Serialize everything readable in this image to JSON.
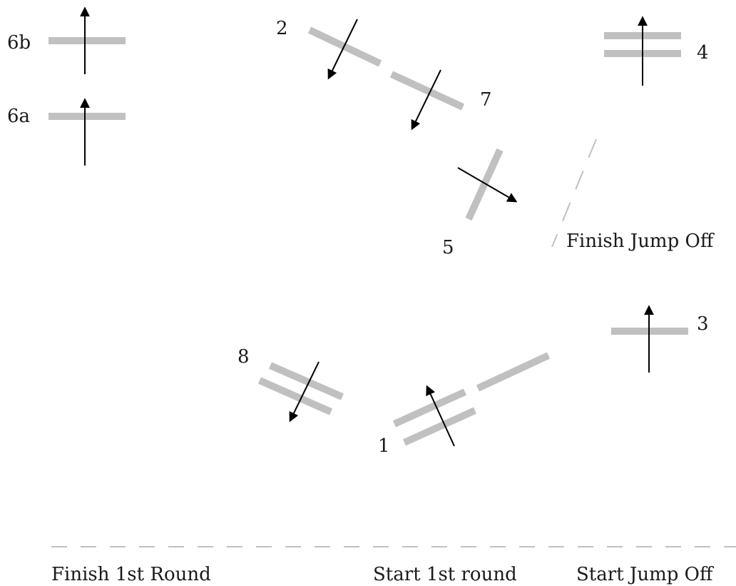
{
  "colors": {
    "fence": "#c0c0c0",
    "arrow": "#000000",
    "text": "#1a1a1a",
    "background": "#ffffff"
  },
  "labels": {
    "fence_1": "1",
    "fence_2": "2",
    "fence_3": "3",
    "fence_4": "4",
    "fence_5": "5",
    "fence_6a": "6a",
    "fence_6b": "6b",
    "fence_7": "7",
    "fence_8": "8",
    "finish_jump_off": "Finish Jump Off",
    "finish_1st_round": "Finish 1st Round",
    "start_1st_round": "Start 1st round",
    "start_jump_off": "Start Jump Off"
  },
  "icons": {
    "fence": "fence-bar",
    "direction": "arrow-icon",
    "line": "dashed-line"
  }
}
